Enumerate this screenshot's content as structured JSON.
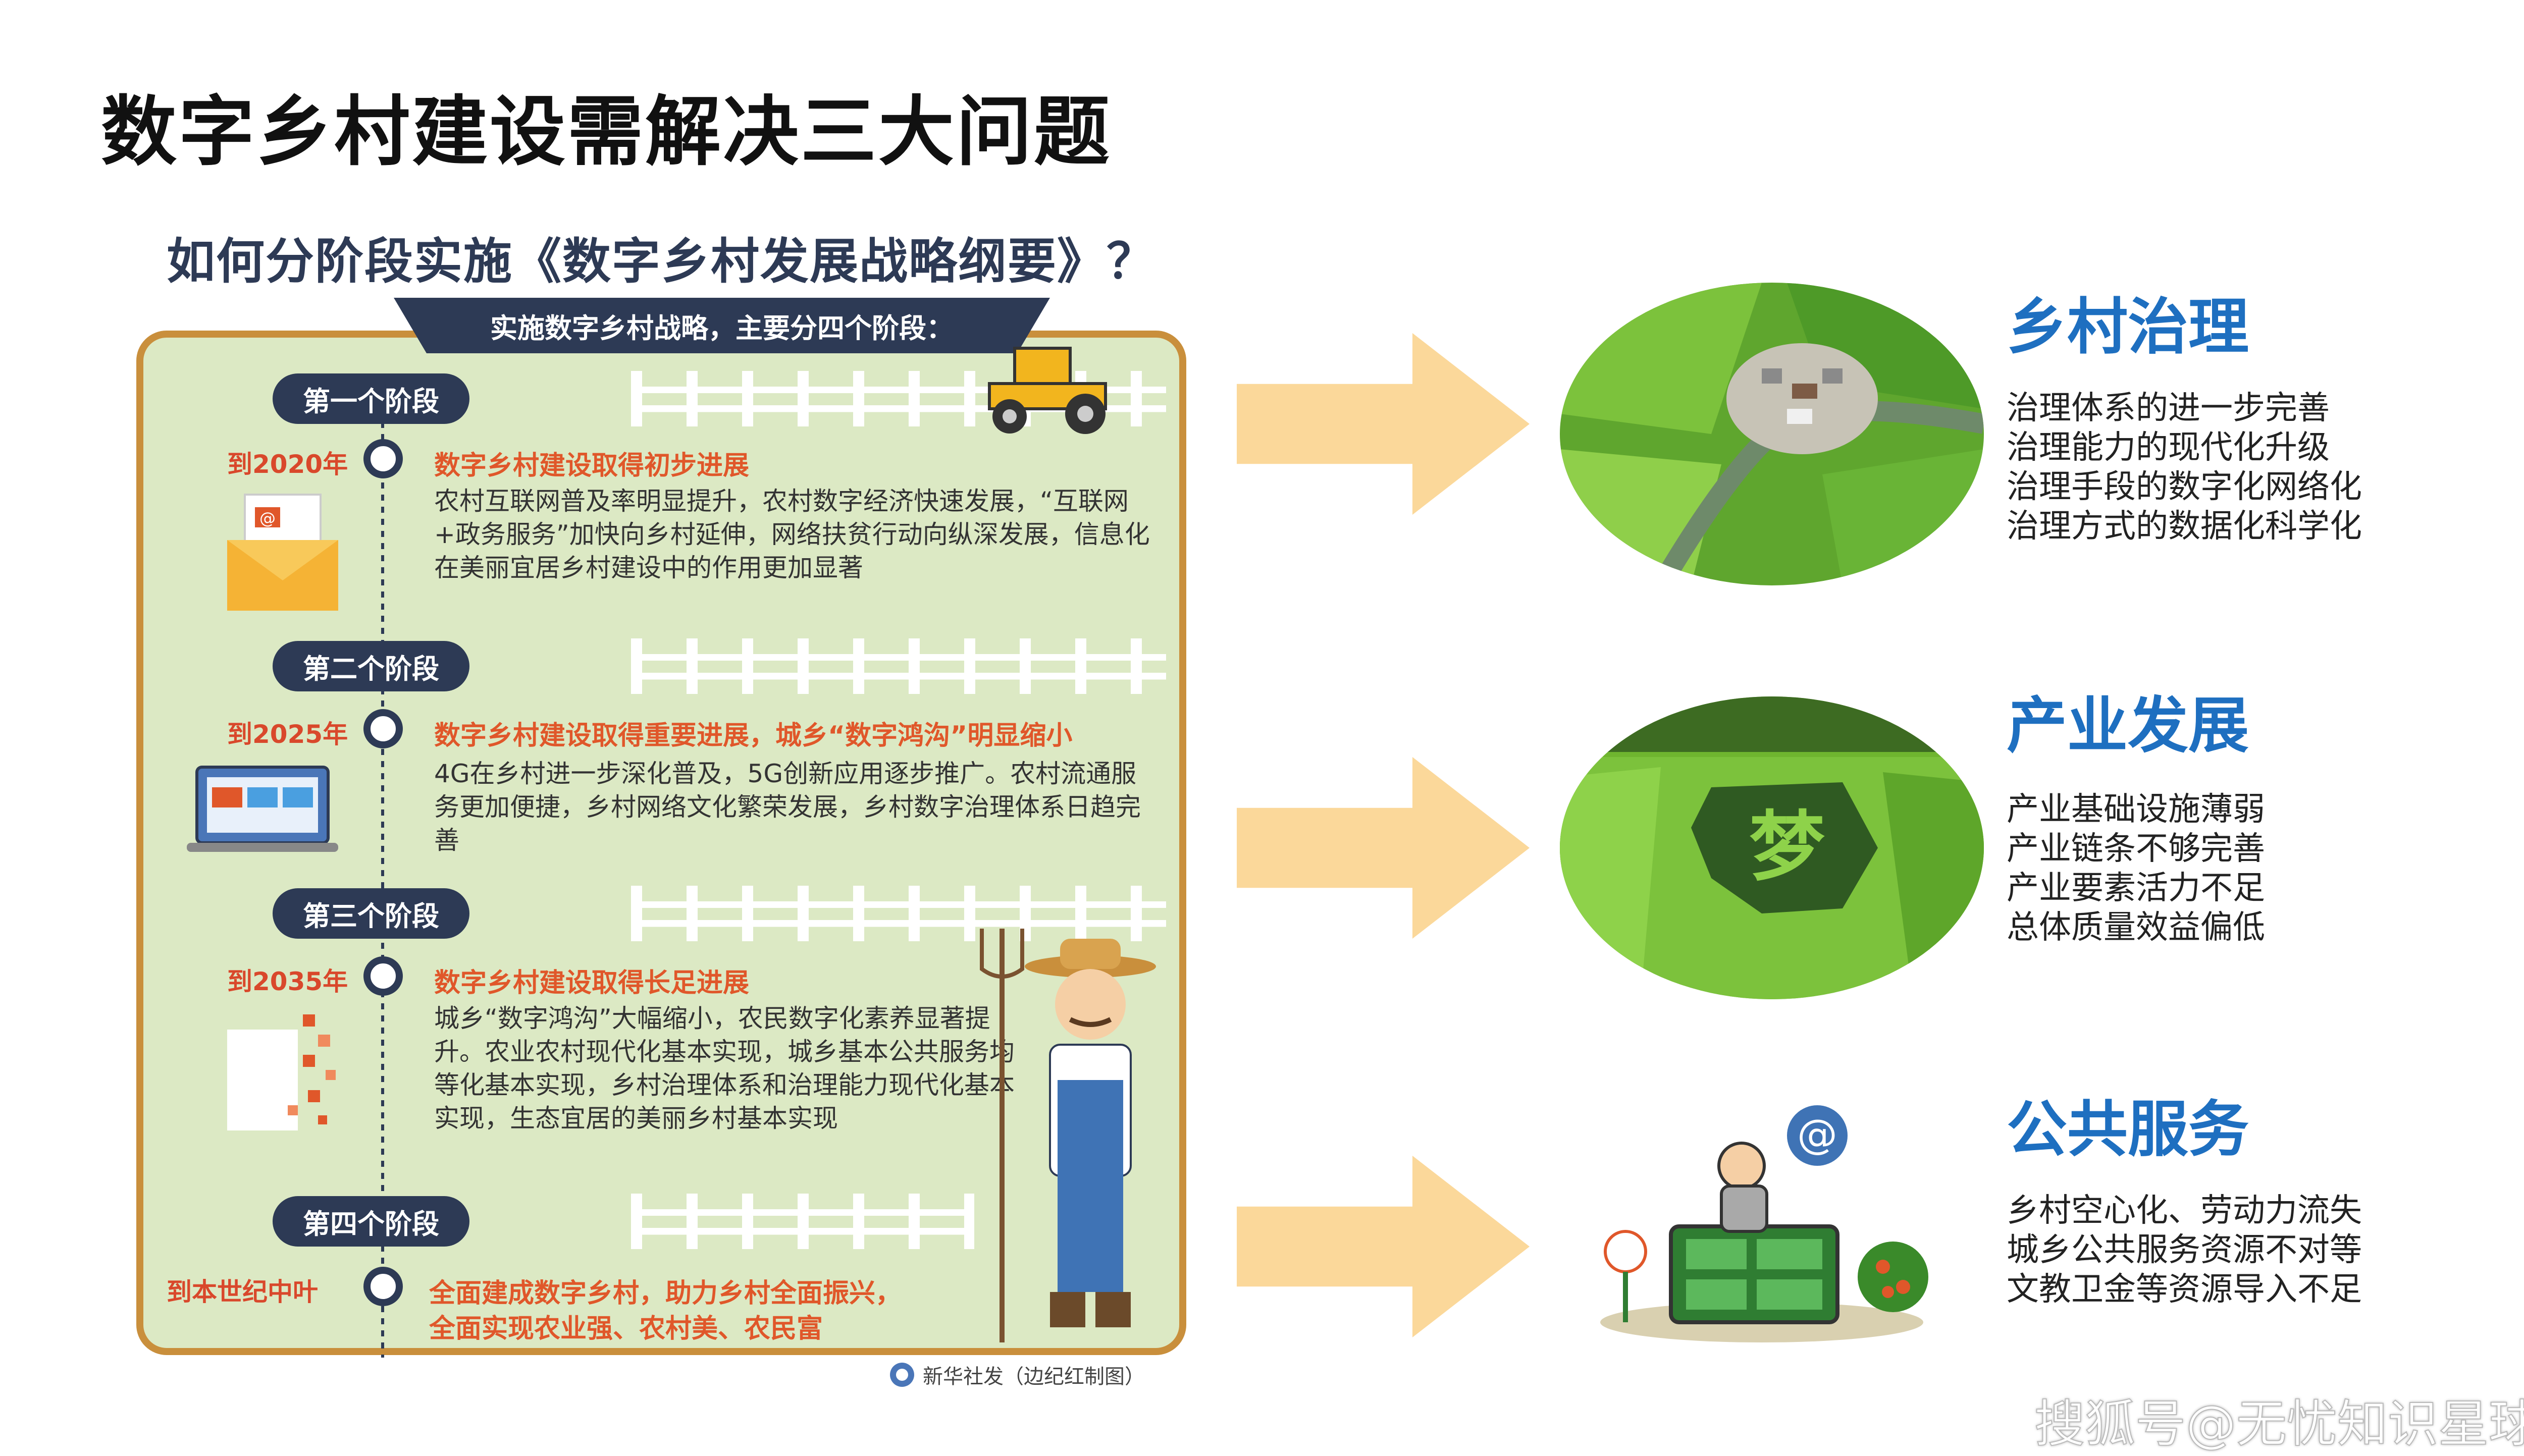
{
  "slide": {
    "title": "数字乡村建设需解决三大问题"
  },
  "infographic": {
    "title": "如何分阶段实施《数字乡村发展战略纲要》？",
    "banner": "实施数字乡村战略，主要分四个阶段：",
    "stages": [
      {
        "label": "第一个阶段",
        "year": "到2020年",
        "headline": "数字乡村建设取得初步进展",
        "text": "农村互联网普及率明显提升，农村数字经济快速发展，“互联网+政务服务”加快向乡村延伸，网络扶贫行动向纵深发展，信息化在美丽宜居乡村建设中的作用更加显著"
      },
      {
        "label": "第二个阶段",
        "year": "到2025年",
        "headline": "数字乡村建设取得重要进展，城乡“数字鸿沟”明显缩小",
        "text": "4G在乡村进一步深化普及，5G创新应用逐步推广。农村流通服务更加便捷，乡村网络文化繁荣发展，乡村数字治理体系日趋完善"
      },
      {
        "label": "第三个阶段",
        "year": "到2035年",
        "headline": "数字乡村建设取得长足进展",
        "text": "城乡“数字鸿沟”大幅缩小，农民数字化素养显著提升。农业农村现代化基本实现，城乡基本公共服务均等化基本实现，乡村治理体系和治理能力现代化基本实现，生态宜居的美丽乡村基本实现"
      },
      {
        "label": "第四个阶段",
        "year": "到本世纪中叶",
        "headline": "全面建成数字乡村，助力乡村全面振兴，",
        "headline2": "全面实现农业强、农村美、农民富"
      }
    ],
    "source": "新华社发（边纪红制图）",
    "illustration_text": "梦"
  },
  "sections": [
    {
      "heading": "乡村治理",
      "items": [
        "治理体系的进一步完善",
        "治理能力的现代化升级",
        "治理手段的数字化网络化",
        "治理方式的数据化科学化"
      ]
    },
    {
      "heading": "产业发展",
      "items": [
        "产业基础设施薄弱",
        "产业链条不够完善",
        "产业要素活力不足",
        "总体质量效益偏低"
      ]
    },
    {
      "heading": "公共服务",
      "items": [
        "乡村空心化、劳动力流失",
        "城乡公共服务资源不对等",
        "文教卫金等资源导入不足"
      ]
    }
  ],
  "watermark": "搜狐号@无忧知识星球",
  "colors": {
    "heading_blue": "#1e6fc0",
    "navy": "#2d3a55",
    "frame_orange": "#c98f3c",
    "panel_green": "#dce9c4",
    "arrow_yellow": "#fbd89a",
    "headline_orange": "#e0572a"
  }
}
